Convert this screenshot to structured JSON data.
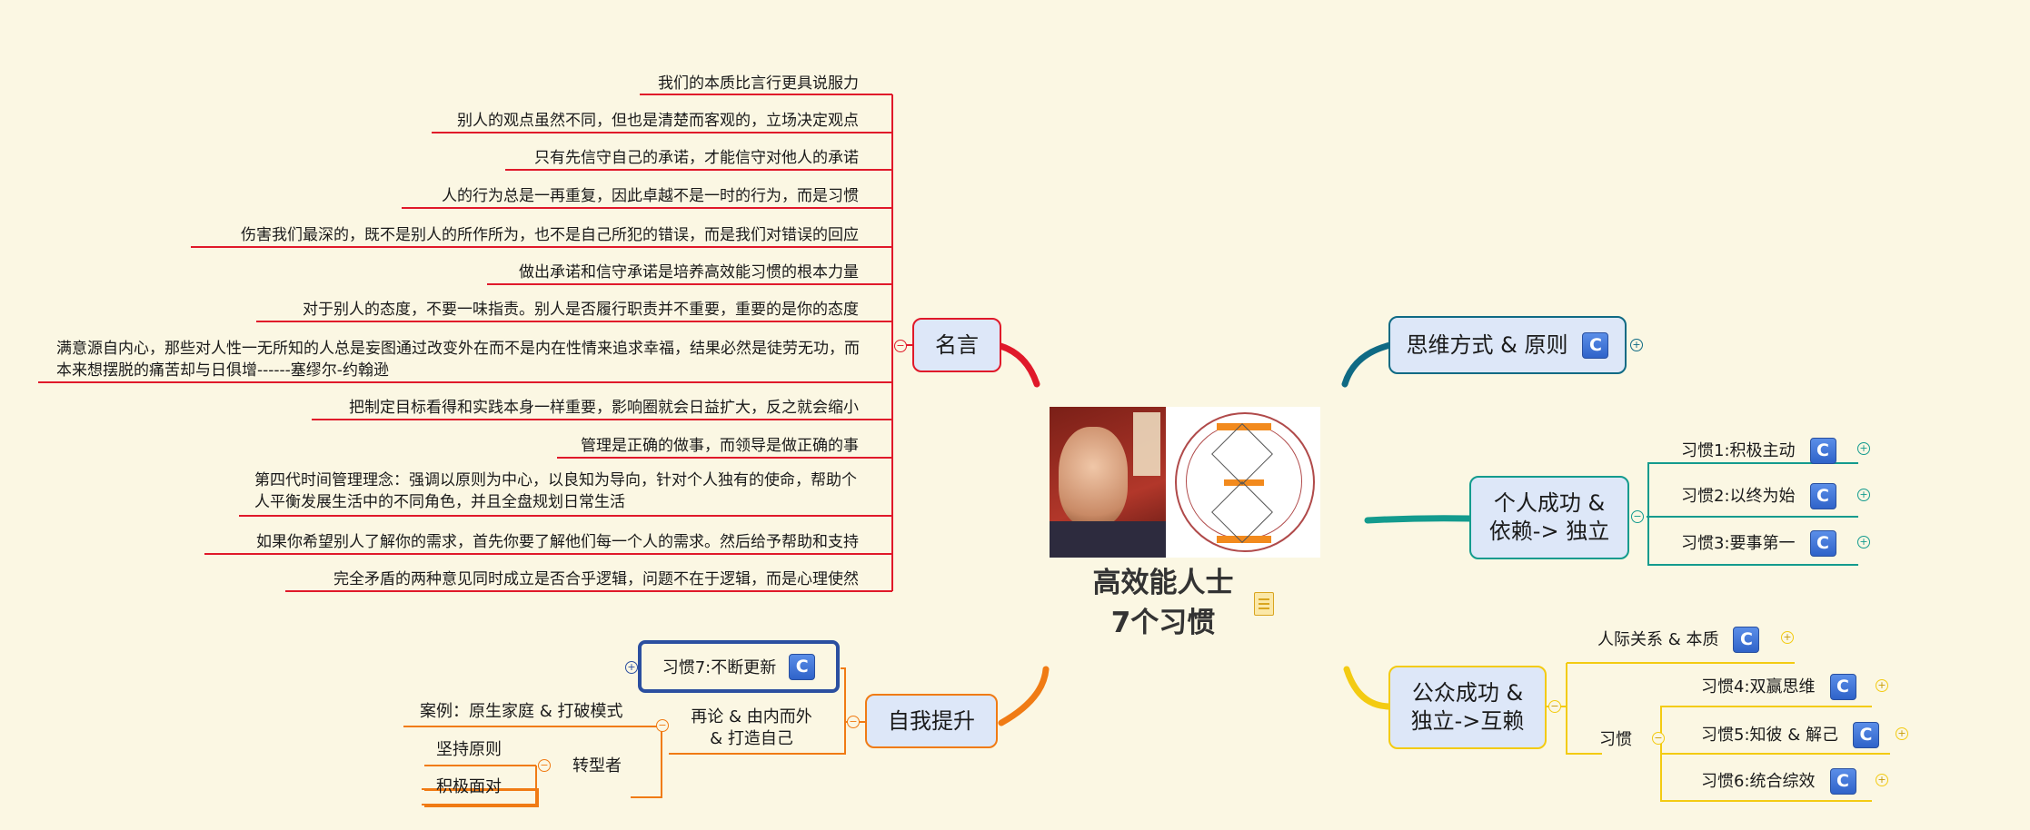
{
  "central": {
    "title_line1": "高效能人士",
    "title_line2": "7个习惯",
    "image": "book-cover-seven-habits",
    "note_icon": "note-icon"
  },
  "quotes_branch": {
    "label": "名言",
    "color": "#e0192a",
    "items": [
      "我们的本质比言行更具说服力",
      "别人的观点虽然不同，但也是清楚而客观的，立场决定观点",
      "只有先信守自己的承诺，才能信守对他人的承诺",
      "人的行为总是一再重复，因此卓越不是一时的行为，而是习惯",
      "伤害我们最深的，既不是别人的所作所为，也不是自己所犯的错误，而是我们对错误的回应",
      "做出承诺和信守承诺是培养高效能习惯的根本力量",
      "对于别人的态度，不要一味指责。别人是否履行职责并不重要，重要的是你的态度",
      "满意源自内心，那些对人性一无所知的人总是妄图通过改变外在而不是内在性情来追求幸福，结果必然是徒劳无功，而本来想摆脱的痛苦却与日俱增------塞缪尔-约翰逊",
      "把制定目标看得和实践本身一样重要，影响圈就会日益扩大，反之就会缩小",
      "管理是正确的做事，而领导是做正确的事",
      "第四代时间管理理念：强调以原则为中心，以良知为导向，针对个人独有的使命，帮助个人平衡发展生活中的不同角色，并且全盘规划日常生活",
      "如果你希望别人了解你的需求，首先你要了解他们每一个人的需求。然后给予帮助和支持",
      "完全矛盾的两种意见同时成立是否合乎逻辑，问题不在于逻辑，而是心理使然"
    ]
  },
  "self_branch": {
    "label": "自我提升",
    "color": "#f07b14",
    "habit7": "习惯7:不断更新",
    "sub": "再论 & 由内而外 & 打造自己",
    "sub_line1": "再论 & 由内而外",
    "sub_line2": "& 打造自己",
    "case": "案例：原生家庭 & 打破模式",
    "transformer": "转型者",
    "t1": "坚持原则",
    "t2": "积极面对"
  },
  "thinking_branch": {
    "label": "思维方式 & 原则",
    "color": "#0f6a84"
  },
  "personal_branch": {
    "label_line1": "个人成功 &",
    "label_line2": "依赖-> 独立",
    "color": "#139b8e",
    "habits": [
      "习惯1:积极主动",
      "习惯2:以终为始",
      "习惯3:要事第一"
    ]
  },
  "public_branch": {
    "label_line1": "公众成功 &",
    "label_line2": "独立->互赖",
    "color": "#f3cb12",
    "relation": "人际关系 & 本质",
    "habits_label": "习惯",
    "habits": [
      "习惯4:双赢思维",
      "习惯5:知彼 & 解己",
      "习惯6:统合综效"
    ]
  },
  "c_label": "C",
  "toggle": {
    "plus": "+",
    "minus": "−"
  }
}
